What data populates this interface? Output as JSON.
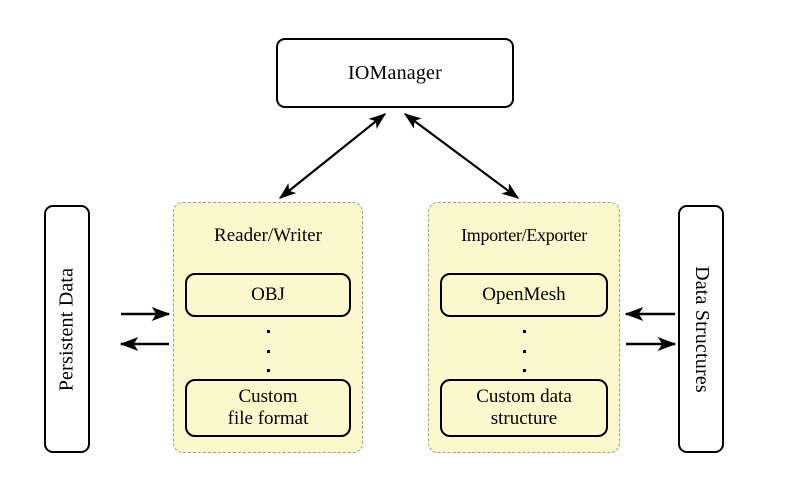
{
  "diagram": {
    "title_node": {
      "label": "IOManager"
    },
    "left_endpoint": {
      "label": "Persistent Data"
    },
    "right_endpoint": {
      "label": "Data Structures"
    },
    "groups": [
      {
        "id": "reader-writer",
        "title": "Reader/Writer",
        "items": [
          {
            "label": "OBJ"
          },
          {
            "label": "Custom\nfile format",
            "line1": "Custom",
            "line2": "file format"
          }
        ],
        "ellipsis": "⋮"
      },
      {
        "id": "importer-exporter",
        "title": "Importer/Exporter",
        "items": [
          {
            "label": "OpenMesh"
          },
          {
            "label": "Custom data\nstructure",
            "line1": "Custom data",
            "line2": "structure"
          }
        ],
        "ellipsis": "⋮"
      }
    ],
    "connections": [
      {
        "name": "iomanager-to-reader-writer",
        "style": "double-headed-diagonal"
      },
      {
        "name": "iomanager-to-importer-exporter",
        "style": "double-headed-diagonal"
      },
      {
        "name": "persistent-data-to-reader-writer",
        "style": "single-arrow-right"
      },
      {
        "name": "reader-writer-to-persistent-data",
        "style": "single-arrow-left"
      },
      {
        "name": "data-structures-to-importer-exporter",
        "style": "single-arrow-left"
      },
      {
        "name": "importer-exporter-to-data-structures",
        "style": "single-arrow-right"
      }
    ],
    "colors": {
      "panel_fill": "#fcf8cd",
      "panel_border": "#9a9a9a",
      "stroke": "#000000",
      "background": "#ffffff"
    }
  }
}
